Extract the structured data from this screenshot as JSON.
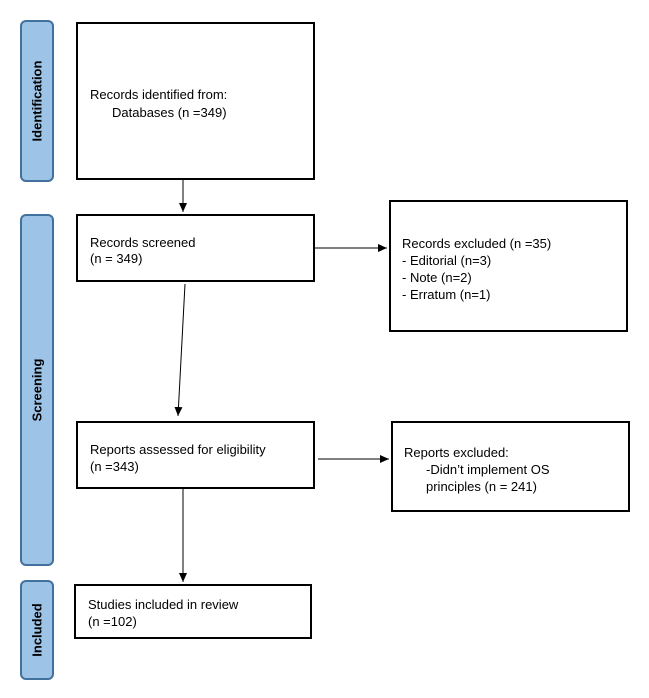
{
  "phases": {
    "identification": "Identification",
    "screening": "Screening",
    "included": "Included"
  },
  "boxes": {
    "identified": {
      "line1": "Records identified from:",
      "line2": "Databases (n =349)"
    },
    "screened": {
      "line1": "Records screened",
      "line2": "(n = 349)"
    },
    "excluded": {
      "line1": "Records excluded (n =35)",
      "line2": "- Editorial (n=3)",
      "line3": "- Note (n=2)",
      "line4": "- Erratum (n=1)"
    },
    "assessed": {
      "line1": "Reports assessed for eligibility",
      "line2": "(n =343)"
    },
    "reports_excluded": {
      "line1": "Reports excluded:",
      "line2": "-Didn’t implement OS",
      "line3": "principles (n = 241)"
    },
    "included": {
      "line1": "Studies included in review",
      "line2": "(n =102)"
    }
  },
  "colors": {
    "phase_fill": "#9DC3E6",
    "phase_border": "#41719C",
    "box_border": "#000000"
  }
}
